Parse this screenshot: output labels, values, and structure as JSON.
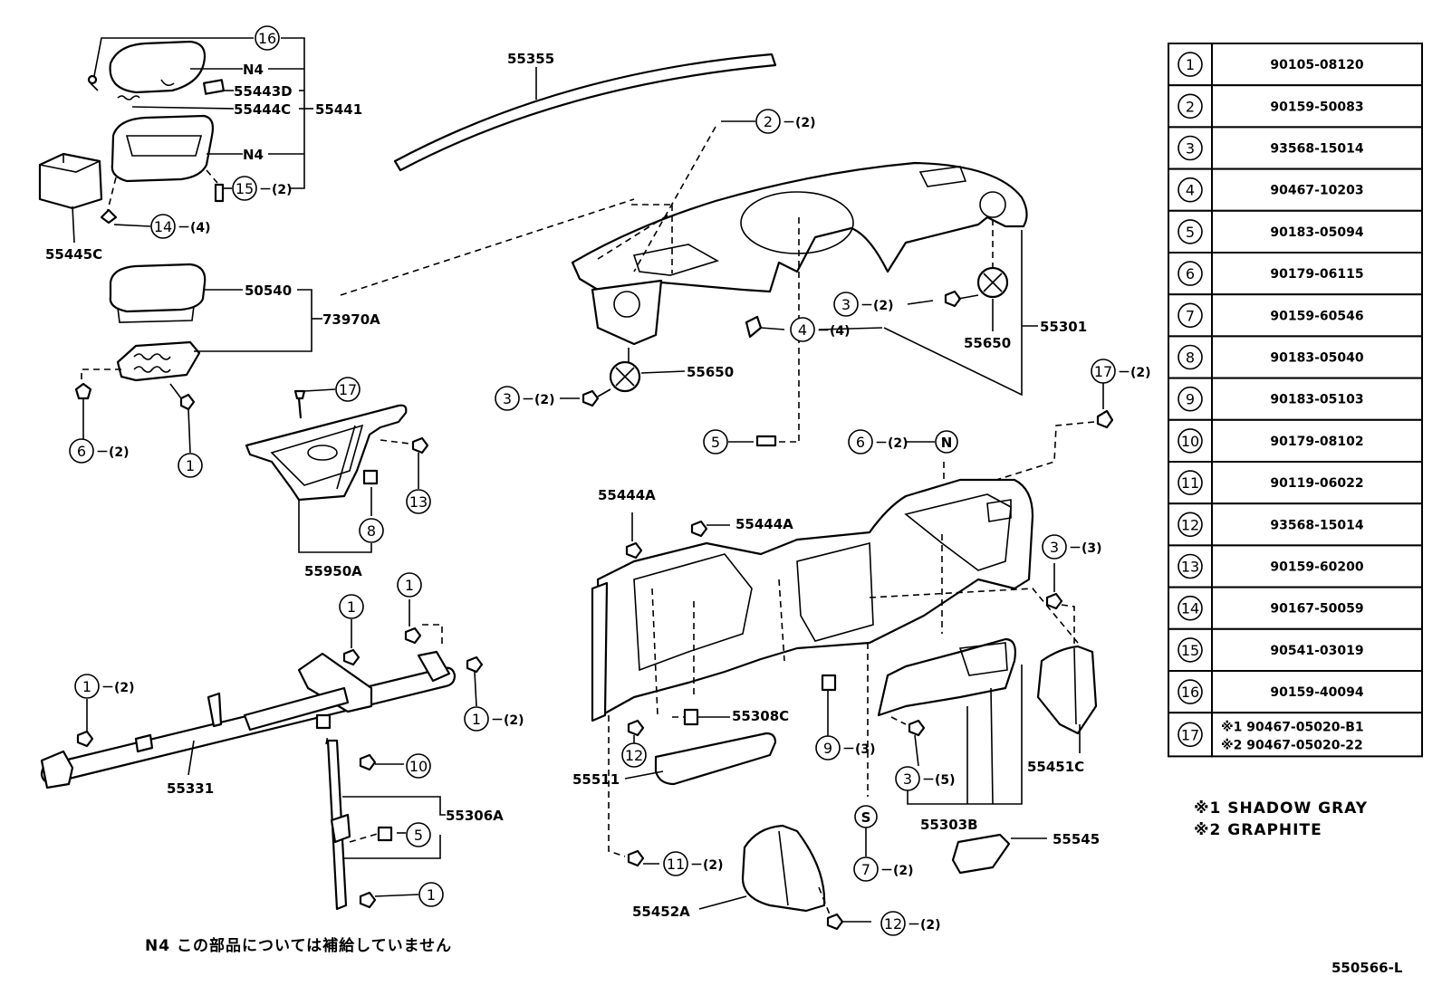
{
  "labels": {
    "p55355": "55355",
    "p55443D": "55443D",
    "p55444C": "55444C",
    "p55441": "55441",
    "p55445C": "55445C",
    "p50540": "50540",
    "p73970A": "73970A",
    "p55950A": "55950A",
    "p55331": "55331",
    "p55306A": "55306A",
    "p55650a": "55650",
    "p55650b": "55650",
    "p55301": "55301",
    "p55444A_1": "55444A",
    "p55444A_2": "55444A",
    "p55308C": "55308C",
    "p55511": "55511",
    "p55452A": "55452A",
    "p55451C": "55451C",
    "p55303B": "55303B",
    "p55545": "55545",
    "n4_1": "N4",
    "n4_2": "N4",
    "N": "N",
    "S": "S"
  },
  "callouts": {
    "c1": "1",
    "c2": "2",
    "c3": "3",
    "c4": "4",
    "c5": "5",
    "c6": "6",
    "c7": "7",
    "c8": "8",
    "c9": "9",
    "c10": "10",
    "c11": "11",
    "c12": "12",
    "c13": "13",
    "c14": "14",
    "c15": "15",
    "c16": "16",
    "c17": "17"
  },
  "quantities": {
    "q2": "－(2)",
    "q3": "－(3)",
    "q4": "－(4)",
    "q5": "－(5)"
  },
  "parts_table": [
    {
      "ref": "1",
      "part_no": "90105-08120"
    },
    {
      "ref": "2",
      "part_no": "90159-50083"
    },
    {
      "ref": "3",
      "part_no": "93568-15014"
    },
    {
      "ref": "4",
      "part_no": "90467-10203"
    },
    {
      "ref": "5",
      "part_no": "90183-05094"
    },
    {
      "ref": "6",
      "part_no": "90179-06115"
    },
    {
      "ref": "7",
      "part_no": "90159-60546"
    },
    {
      "ref": "8",
      "part_no": "90183-05040"
    },
    {
      "ref": "9",
      "part_no": "90183-05103"
    },
    {
      "ref": "10",
      "part_no": "90179-08102"
    },
    {
      "ref": "11",
      "part_no": "90119-06022"
    },
    {
      "ref": "12",
      "part_no": "93568-15014"
    },
    {
      "ref": "13",
      "part_no": "90159-60200"
    },
    {
      "ref": "14",
      "part_no": "90167-50059"
    },
    {
      "ref": "15",
      "part_no": "90541-03019"
    },
    {
      "ref": "16",
      "part_no": "90159-40094"
    },
    {
      "ref": "17",
      "part_no": "※1 90467-05020-B1",
      "part_no_2": "※2 90467-05020-22"
    }
  ],
  "color_notes": {
    "note1": "※1  SHADOW GRAY",
    "note2": "※2  GRAPHITE"
  },
  "footnote": "N4 この部品については補給していません",
  "diagram_id": "550566-L"
}
